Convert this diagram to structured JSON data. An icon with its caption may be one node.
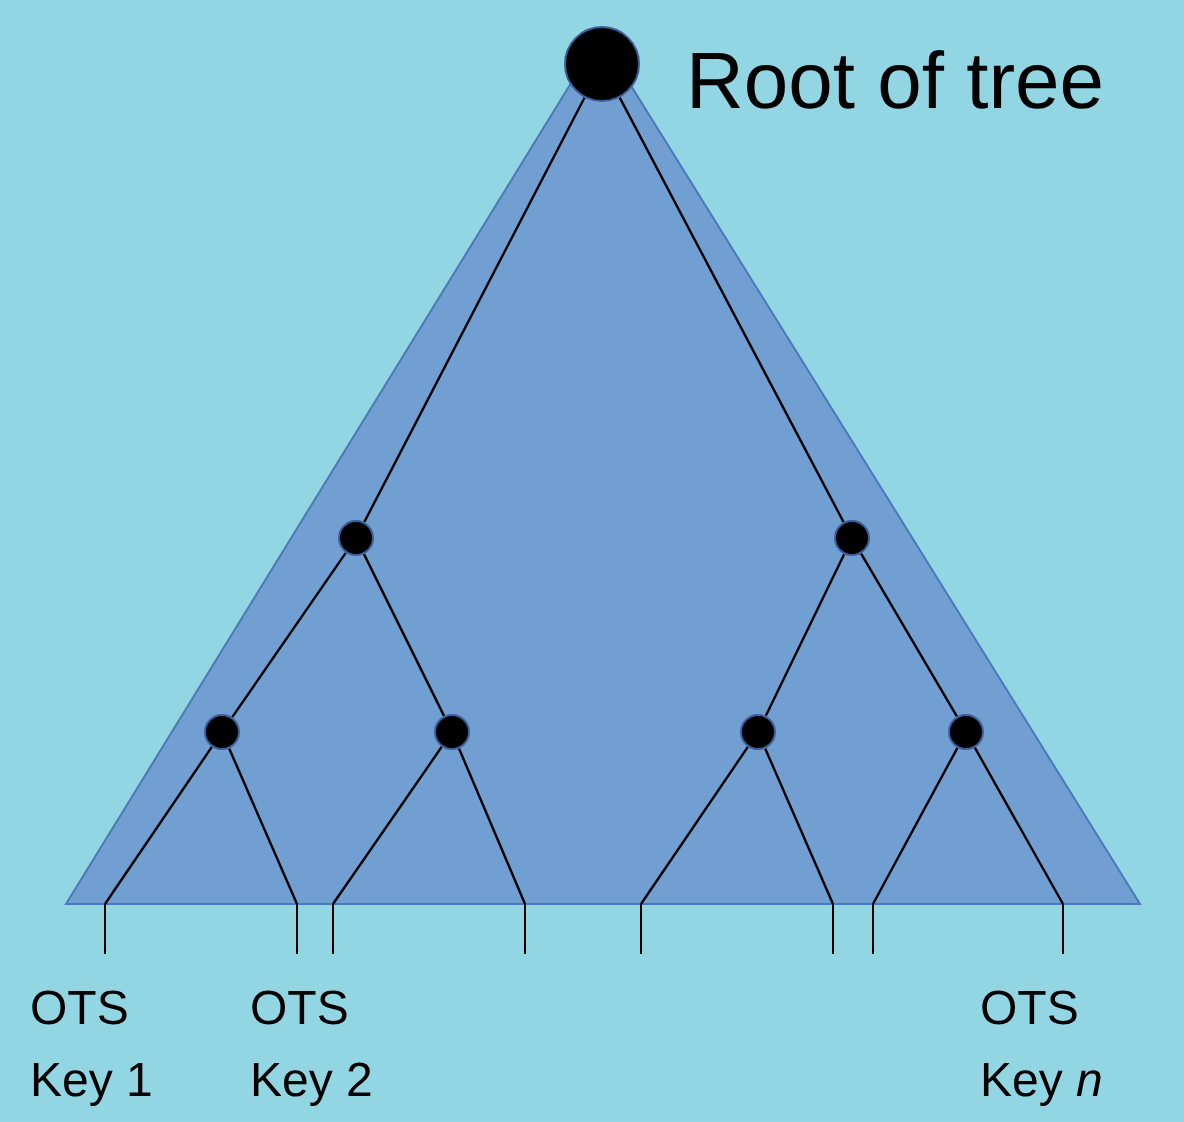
{
  "diagram": {
    "nodes": [
      {
        "text": [],
        "shape": "circle",
        "beside": [
          "Root of tree"
        ]
      },
      {
        "text": [],
        "shape": "circle"
      },
      {
        "text": [],
        "shape": "circle"
      },
      {
        "text": [],
        "shape": "circle"
      },
      {
        "text": [],
        "shape": "circle"
      },
      {
        "text": [],
        "shape": "circle"
      },
      {
        "text": [],
        "shape": "circle"
      },
      {
        "text": [
          "OTS Key 1"
        ]
      },
      {
        "text": [
          "OTS Key 2"
        ]
      },
      {
        "text": [],
        "shape": "bar"
      },
      {
        "text": [],
        "shape": "bar"
      },
      {
        "text": [],
        "shape": "bar"
      },
      {
        "text": [],
        "shape": "bar"
      },
      {
        "text": [],
        "shape": "bar"
      },
      {
        "text": [
          "OTS Key *n*"
        ]
      }
    ],
    "edges": [
      {
        "from": 0,
        "to": 1,
        "arrow": "none"
      },
      {
        "from": 0,
        "to": 2,
        "arrow": "none"
      },
      {
        "from": 1,
        "to": 3,
        "arrow": "none"
      },
      {
        "from": 1,
        "to": 4,
        "arrow": "none"
      },
      {
        "from": 2,
        "to": 5,
        "arrow": "none"
      },
      {
        "from": 2,
        "to": 6,
        "arrow": "none"
      },
      {
        "from": 3,
        "to": 7,
        "arrow": "none"
      },
      {
        "from": 3,
        "to": 8,
        "arrow": "none"
      },
      {
        "from": 4,
        "to": 9,
        "arrow": "none"
      },
      {
        "from": 4,
        "to": 10,
        "arrow": "none"
      },
      {
        "from": 5,
        "to": 11,
        "arrow": "none"
      },
      {
        "from": 5,
        "to": 12,
        "arrow": "none"
      },
      {
        "from": 6,
        "to": 13,
        "arrow": "none"
      },
      {
        "from": 6,
        "to": 14,
        "arrow": "none"
      }
    ]
  }
}
